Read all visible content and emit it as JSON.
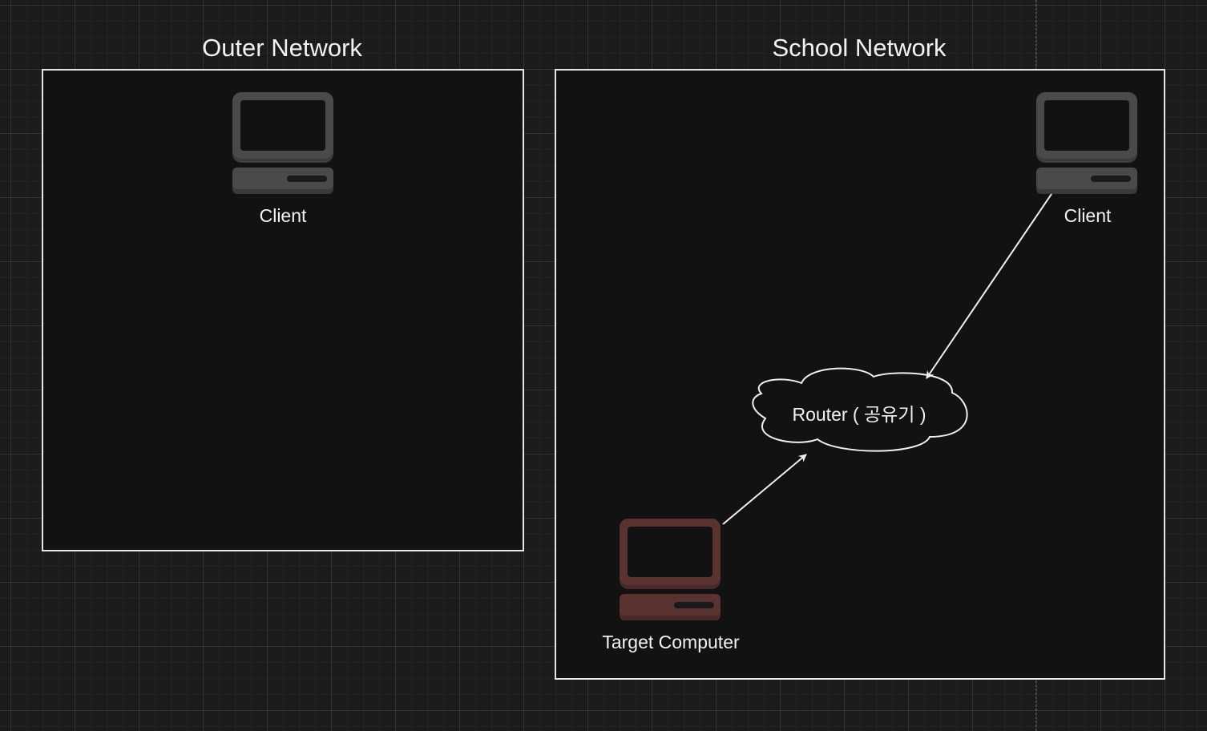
{
  "zones": {
    "outer": {
      "title": "Outer Network"
    },
    "school": {
      "title": "School Network"
    }
  },
  "nodes": {
    "outer_client": {
      "label": "Client",
      "icon": "desktop-computer-icon",
      "color": "#4a4a4a"
    },
    "school_client": {
      "label": "Client",
      "icon": "desktop-computer-icon",
      "color": "#4a4a4a"
    },
    "target_computer": {
      "label": "Target Computer",
      "icon": "desktop-computer-icon",
      "color": "#5a3330"
    },
    "router": {
      "label": "Router ( 공유기 )",
      "icon": "cloud-icon"
    }
  },
  "connections": [
    {
      "from": "school_client",
      "to": "router",
      "arrow": "to"
    },
    {
      "from": "target_computer",
      "to": "router",
      "arrow": "to"
    }
  ],
  "colors": {
    "background": "#1b1b1b",
    "zone_fill": "#121212",
    "zone_border": "#e6e6e6",
    "line": "#f0f0f0"
  }
}
